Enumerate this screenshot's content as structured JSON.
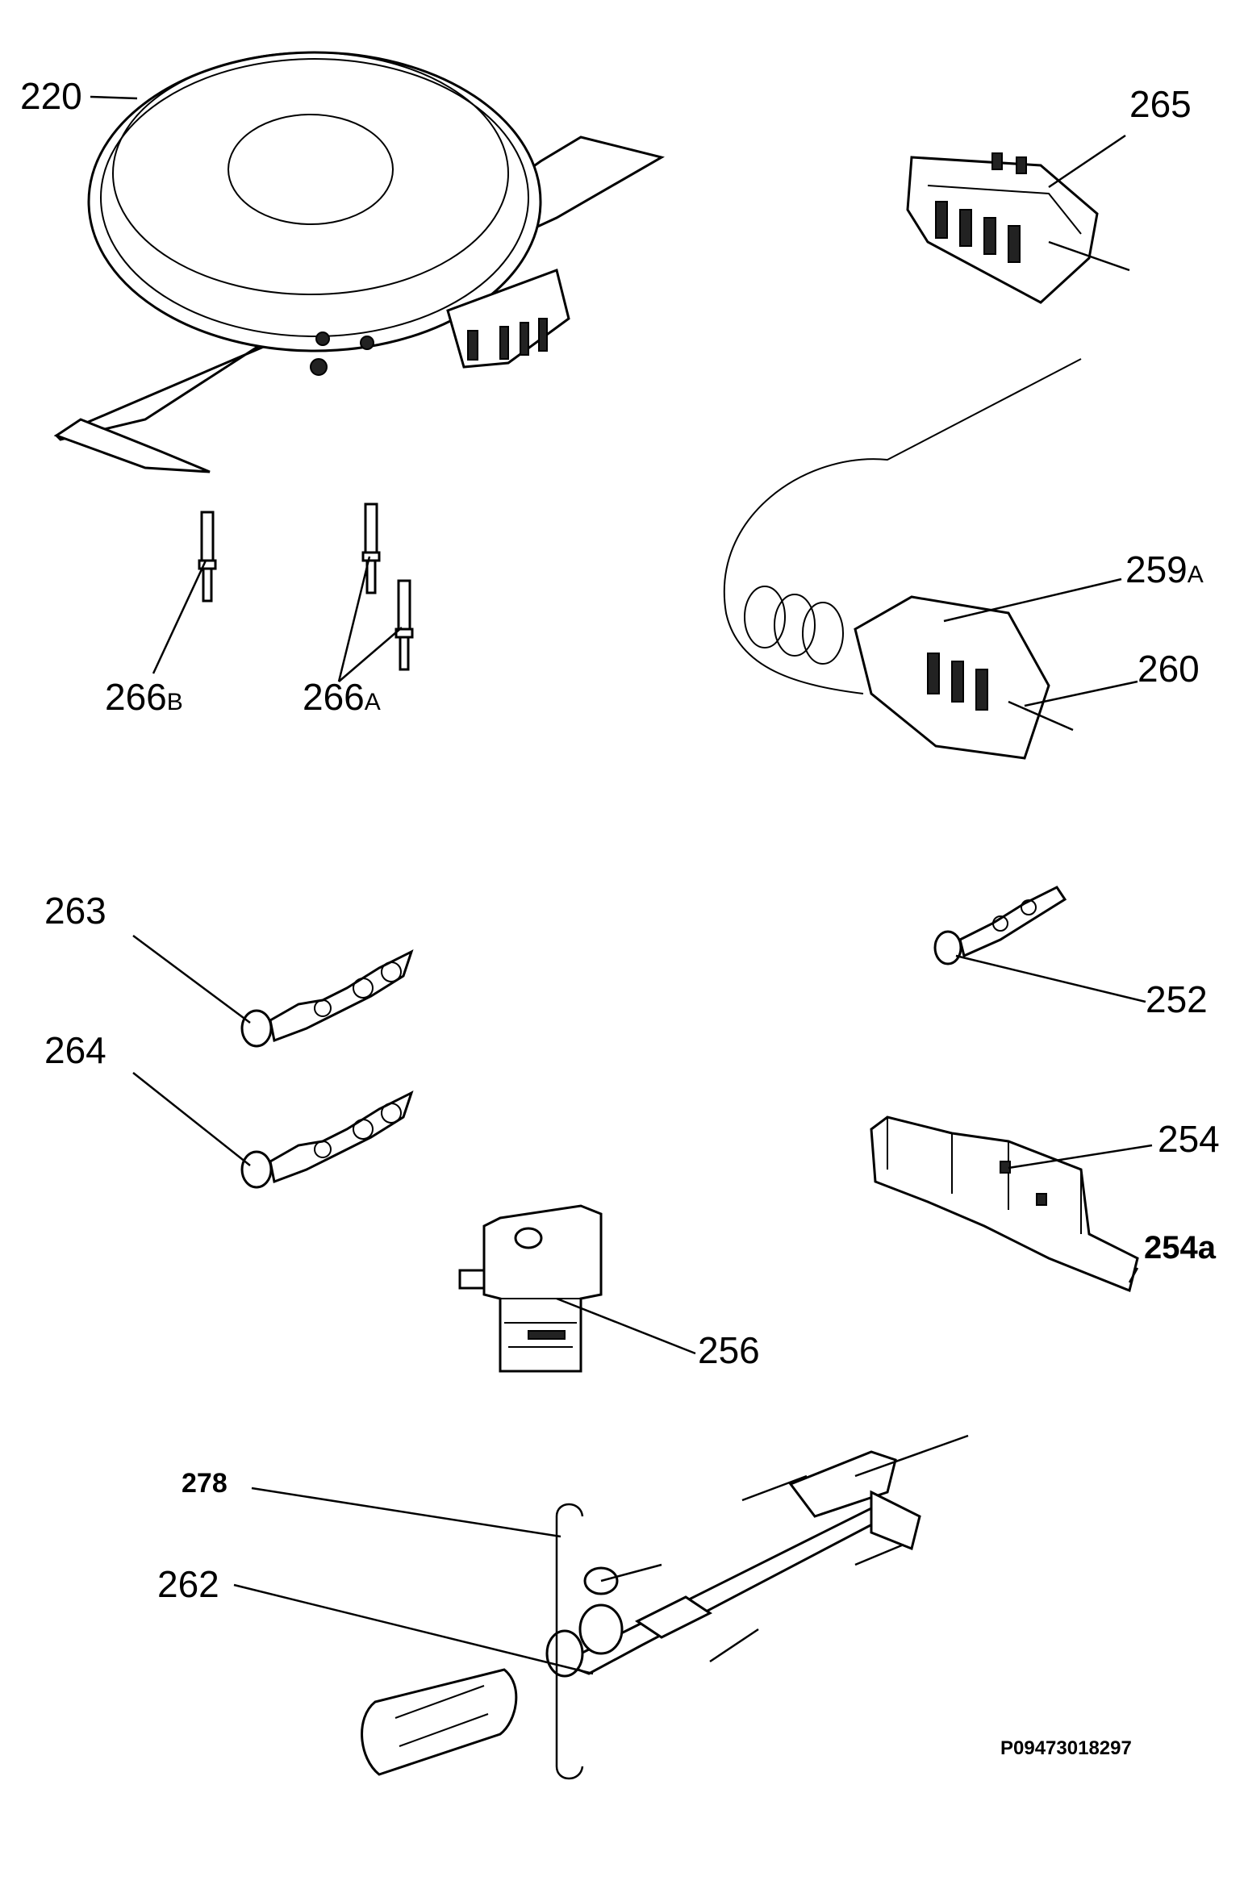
{
  "labels": {
    "p220": "220",
    "p265": "265",
    "p266b_num": "266",
    "p266b_suf": "B",
    "p266a_num": "266",
    "p266a_suf": "A",
    "p259a_num": "259",
    "p259a_suf": "A",
    "p260": "260",
    "p263": "263",
    "p264": "264",
    "p252": "252",
    "p254": "254",
    "p254a": "254a",
    "p256": "256",
    "p278": "278",
    "p262": "262"
  },
  "reference": "P09473018297"
}
